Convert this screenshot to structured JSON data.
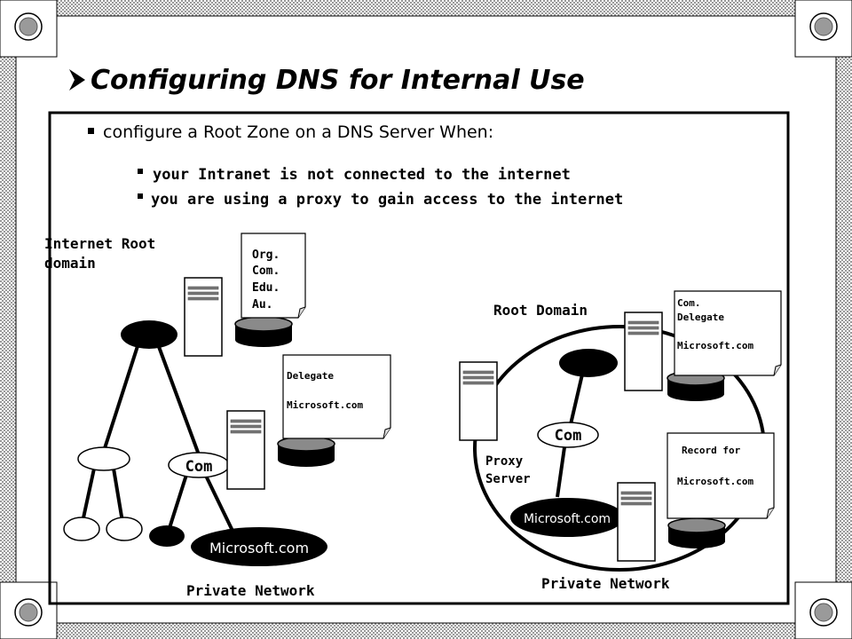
{
  "slide": {
    "title": "Configuring DNS for Internal Use",
    "bullet_main": "configure a Root Zone on a DNS Server When:",
    "sub_bullets": [
      "your Intranet is not connected to the internet",
      "you are using a proxy to gain access to the internet"
    ]
  },
  "left_diagram": {
    "root_label_line1": "Internet Root",
    "root_label_line2": "domain",
    "zone_note": [
      "Org.",
      "Com.",
      "Edu.",
      "Au."
    ],
    "delegate_note_line1": "Delegate",
    "delegate_note_line2": "Microsoft.com",
    "com_label": "Com",
    "microsoft_label": "Microsoft.com",
    "caption": "Private Network"
  },
  "right_diagram": {
    "root_domain_label": "Root Domain",
    "root_note": [
      "Com.",
      "Delegate",
      "",
      "Microsoft.com"
    ],
    "proxy_label_line1": "Proxy",
    "proxy_label_line2": "Server",
    "com_label": "Com",
    "microsoft_label": "Microsoft.com",
    "record_note_line1": "Record for",
    "record_note_line2": "Microsoft.com",
    "caption": "Private Network"
  },
  "colors": {
    "border_pattern": "#bdbdbd",
    "frame": "#000000",
    "server_fill": "#ffffff",
    "disk_top": "#8a8a8a",
    "node_fill": "#000000"
  }
}
